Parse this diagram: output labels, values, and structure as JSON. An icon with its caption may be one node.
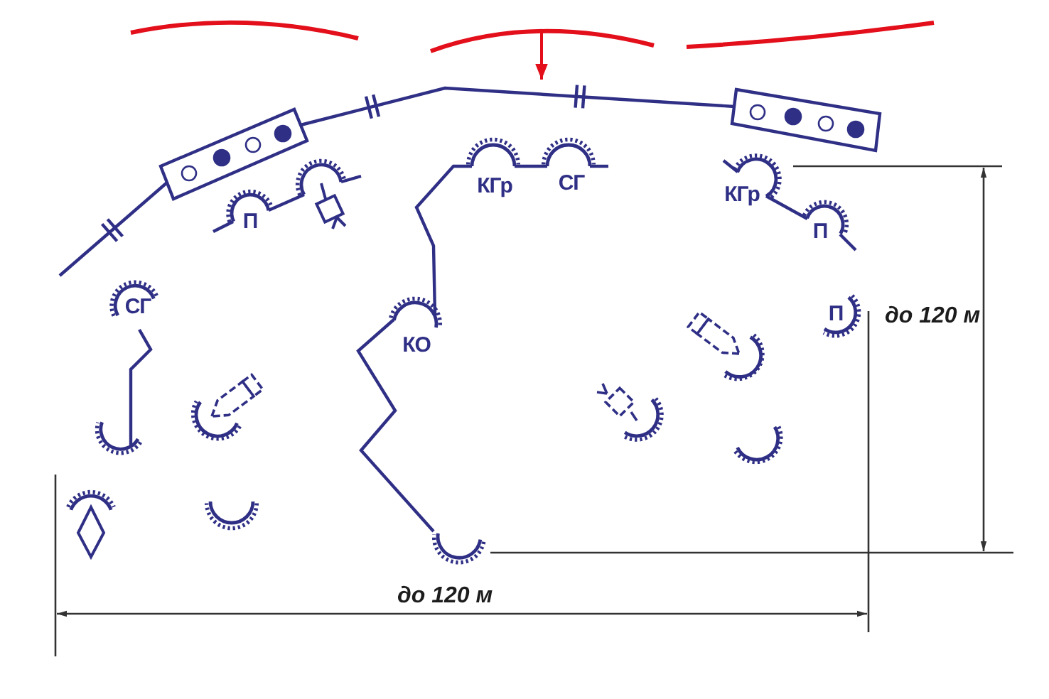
{
  "diagram": {
    "labels": [
      "КГр",
      "СГ",
      "КГр",
      "П",
      "П",
      "СГ",
      "П",
      "до 120 м",
      "КО",
      "до 120 м"
    ]
  }
}
